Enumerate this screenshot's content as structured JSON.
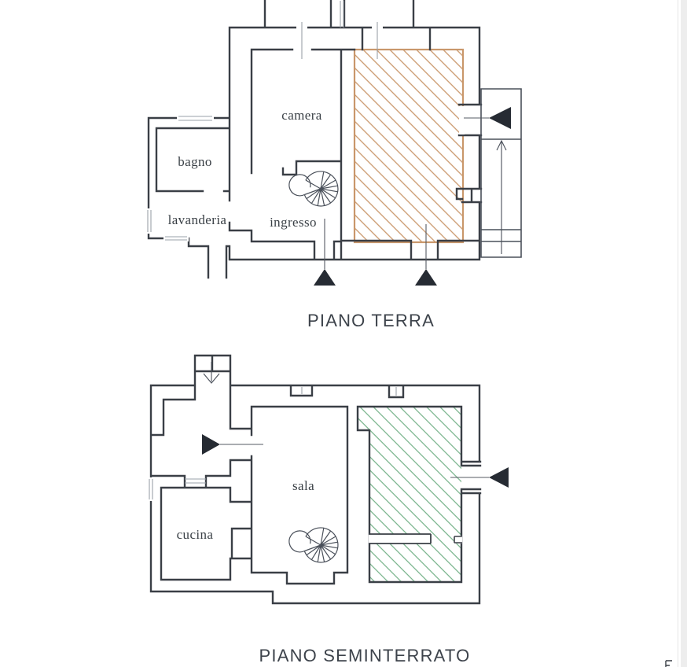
{
  "page": {
    "background": "#ffffff"
  },
  "scrollbar": {
    "track_color": "#ededed"
  },
  "palette": {
    "wall": "#3a3f46",
    "light_wall": "#4a505a",
    "window_line": "#9aa1a8",
    "door_axis": "#565b63",
    "marker": "#262b33",
    "terrace_hatch": "#c9976b",
    "basement_hatch": "#72b086",
    "label_text": "#3a4046",
    "title_text": "#3d434b"
  },
  "floors": [
    {
      "id": "piano-terra",
      "title": "PIANO TERRA",
      "rooms": [
        {
          "label": "camera"
        },
        {
          "label": "bagno"
        },
        {
          "label": "lavanderia"
        },
        {
          "label": "ingresso"
        }
      ],
      "icons": [
        "spiral-staircase-icon",
        "entrance-triangle-up-icon",
        "entrance-triangle-up-icon",
        "entrance-triangle-left-icon",
        "stairs-up-arrow-icon"
      ],
      "hatch_color": "#c9976b"
    },
    {
      "id": "piano-seminterrato",
      "title": "PIANO SEMINTERRATO",
      "rooms": [
        {
          "label": "sala"
        },
        {
          "label": "cucina"
        }
      ],
      "icons": [
        "spiral-staircase-icon",
        "entrance-triangle-right-icon",
        "entrance-triangle-left-icon",
        "stairs-down-arrow-icon"
      ],
      "hatch_color": "#72b086"
    }
  ]
}
